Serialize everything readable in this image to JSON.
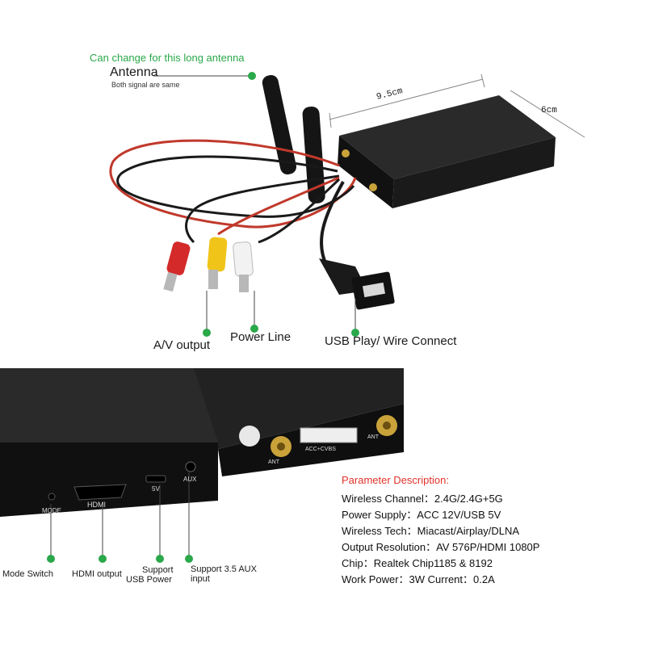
{
  "top": {
    "antenna_note": "Can change for this long antenna",
    "antenna_title": "Antenna",
    "antenna_sub": "Both signal are same",
    "dim_length": "9.5cm",
    "dim_width": "6cm",
    "av_label": "A/V output",
    "power_label": "Power Line",
    "usb_label": "USB Play/ Wire Connect"
  },
  "bottom": {
    "port_mode": "MODE",
    "port_hdmi": "HDMI",
    "port_5v": "5V",
    "port_aux": "AUX",
    "port_ant_left": "ANT",
    "port_acc": "ACC+CVBS",
    "port_ant_right": "ANT",
    "callouts": {
      "mode": "Mode Switch",
      "hdmi": "HDMI output",
      "usb_power_1": "Support",
      "usb_power_2": "USB Power",
      "aux_1": "Support 3.5 AUX",
      "aux_2": "input"
    }
  },
  "params": {
    "title": "Parameter Description:",
    "lines": [
      "Wireless Channel：2.4G/2.4G+5G",
      "Power Supply：ACC 12V/USB 5V",
      "Wireless Tech：Miacast/Airplay/DLNA",
      "Output Resolution：AV 576P/HDMI 1080P",
      "Chip：Realtek Chip1185 & 8192",
      "Work Power：3W   Current：0.2A"
    ]
  },
  "colors": {
    "accent_green": "#2aa84a",
    "param_title_red": "#e0322a",
    "device_body": "#1b1b1b"
  }
}
